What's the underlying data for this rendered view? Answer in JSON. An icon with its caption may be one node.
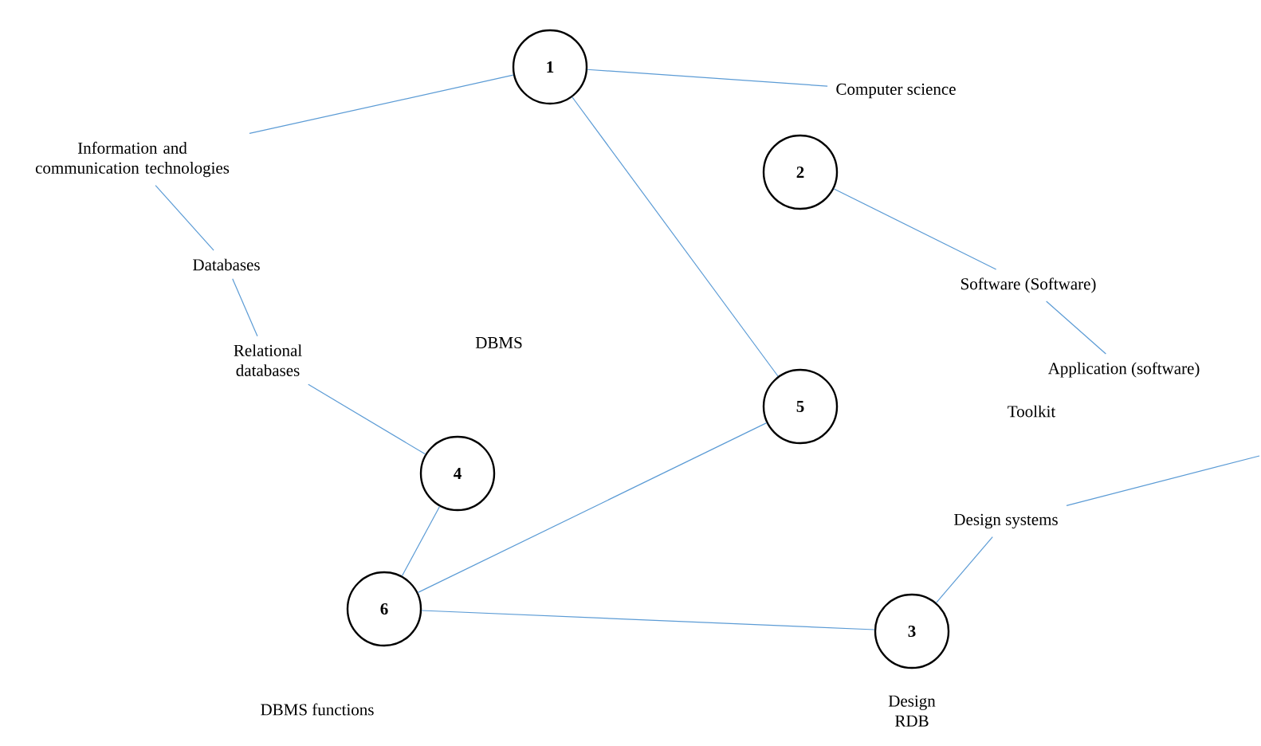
{
  "diagram": {
    "nodes": [
      {
        "text": [
          "1"
        ]
      },
      {
        "text": [
          "Computer science"
        ]
      },
      {
        "text": [
          "Information and communication technologies"
        ]
      },
      {
        "text": [
          "2"
        ]
      },
      {
        "text": [
          "Databases"
        ]
      },
      {
        "text": [
          "Software (Software)"
        ]
      },
      {
        "text": [
          "Relational databases"
        ]
      },
      {
        "text": [
          "Application (software)"
        ]
      },
      {
        "text": [
          "5"
        ]
      },
      {
        "text": [
          "4"
        ]
      },
      {
        "text": [
          "Design systems"
        ]
      },
      {
        "text": [
          "6"
        ]
      },
      {
        "text": [
          "3"
        ],
        "beside": [
          "Design RDB"
        ]
      }
    ],
    "edges": [
      {
        "from": 0,
        "to": 2,
        "arrow": "none"
      },
      {
        "from": 0,
        "to": 1,
        "arrow": "none"
      },
      {
        "from": 0,
        "to": 8,
        "arrow": "none"
      },
      {
        "from": 2,
        "to": 4,
        "arrow": "none"
      },
      {
        "from": 4,
        "to": 6,
        "arrow": "none"
      },
      {
        "from": 6,
        "to": 9,
        "arrow": "none"
      },
      {
        "from": 9,
        "to": 11,
        "arrow": "none"
      },
      {
        "from": 11,
        "to": 8,
        "arrow": "none"
      },
      {
        "from": 11,
        "to": 12,
        "arrow": "none"
      },
      {
        "from": 3,
        "to": 5,
        "arrow": "none"
      },
      {
        "from": 5,
        "to": 7,
        "arrow": "none"
      },
      {
        "from": 10,
        "to": 12,
        "arrow": "none"
      },
      {
        "from": 10,
        "to": null,
        "arrow": "none"
      }
    ],
    "labels": [
      "DBMS",
      "Toolkit",
      "DBMS functions"
    ]
  }
}
